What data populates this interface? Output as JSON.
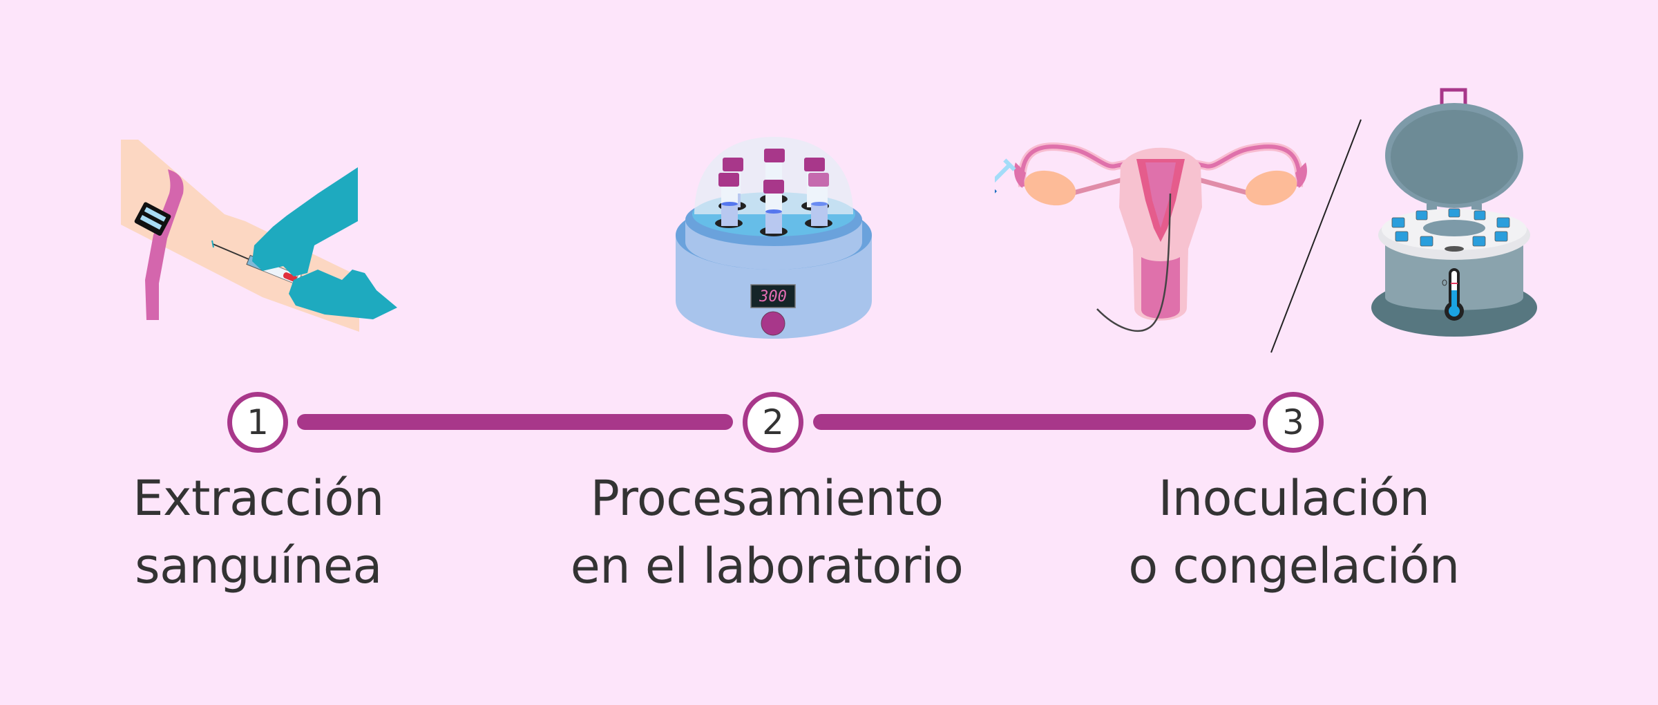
{
  "colors": {
    "background": "#fde5fa",
    "accent": "#a8378a",
    "text": "#333333",
    "circle_fill": "#ffffff"
  },
  "steps": [
    {
      "number": "1",
      "line1": "Extracción",
      "line2": "sanguínea",
      "illustration": "arm-blood-draw-icon"
    },
    {
      "number": "2",
      "line1": "Procesamiento",
      "line2": "en el laboratorio",
      "illustration": "centrifuge-icon"
    },
    {
      "number": "3",
      "line1": "Inoculación",
      "line2": "o congelación",
      "illustration": "uterus-insemination-and-cryo-tank-icon"
    }
  ],
  "centrifuge_display": "300"
}
